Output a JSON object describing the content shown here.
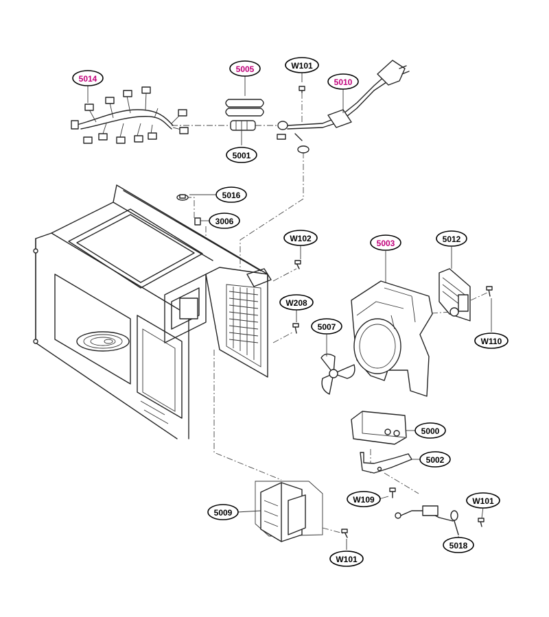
{
  "labels": [
    {
      "id": "5014",
      "text": "5014",
      "highlight": true
    },
    {
      "id": "5005",
      "text": "5005",
      "highlight": true
    },
    {
      "id": "W101-top",
      "text": "W101",
      "highlight": false
    },
    {
      "id": "5010",
      "text": "5010",
      "highlight": true
    },
    {
      "id": "5001",
      "text": "5001",
      "highlight": false
    },
    {
      "id": "5016",
      "text": "5016",
      "highlight": false
    },
    {
      "id": "3006",
      "text": "3006",
      "highlight": false
    },
    {
      "id": "W102",
      "text": "W102",
      "highlight": false
    },
    {
      "id": "5003",
      "text": "5003",
      "highlight": true
    },
    {
      "id": "5012",
      "text": "5012",
      "highlight": false
    },
    {
      "id": "W208",
      "text": "W208",
      "highlight": false
    },
    {
      "id": "5007",
      "text": "5007",
      "highlight": false
    },
    {
      "id": "W110",
      "text": "W110",
      "highlight": false
    },
    {
      "id": "5000",
      "text": "5000",
      "highlight": false
    },
    {
      "id": "5002",
      "text": "5002",
      "highlight": false
    },
    {
      "id": "W109",
      "text": "W109",
      "highlight": false
    },
    {
      "id": "W101-right",
      "text": "W101",
      "highlight": false
    },
    {
      "id": "5009",
      "text": "5009",
      "highlight": false
    },
    {
      "id": "5018",
      "text": "5018",
      "highlight": false
    },
    {
      "id": "W101-bottom",
      "text": "W101",
      "highlight": false
    }
  ],
  "colors": {
    "highlight": "#c0007a",
    "text": "#000000",
    "line": "#222222"
  }
}
